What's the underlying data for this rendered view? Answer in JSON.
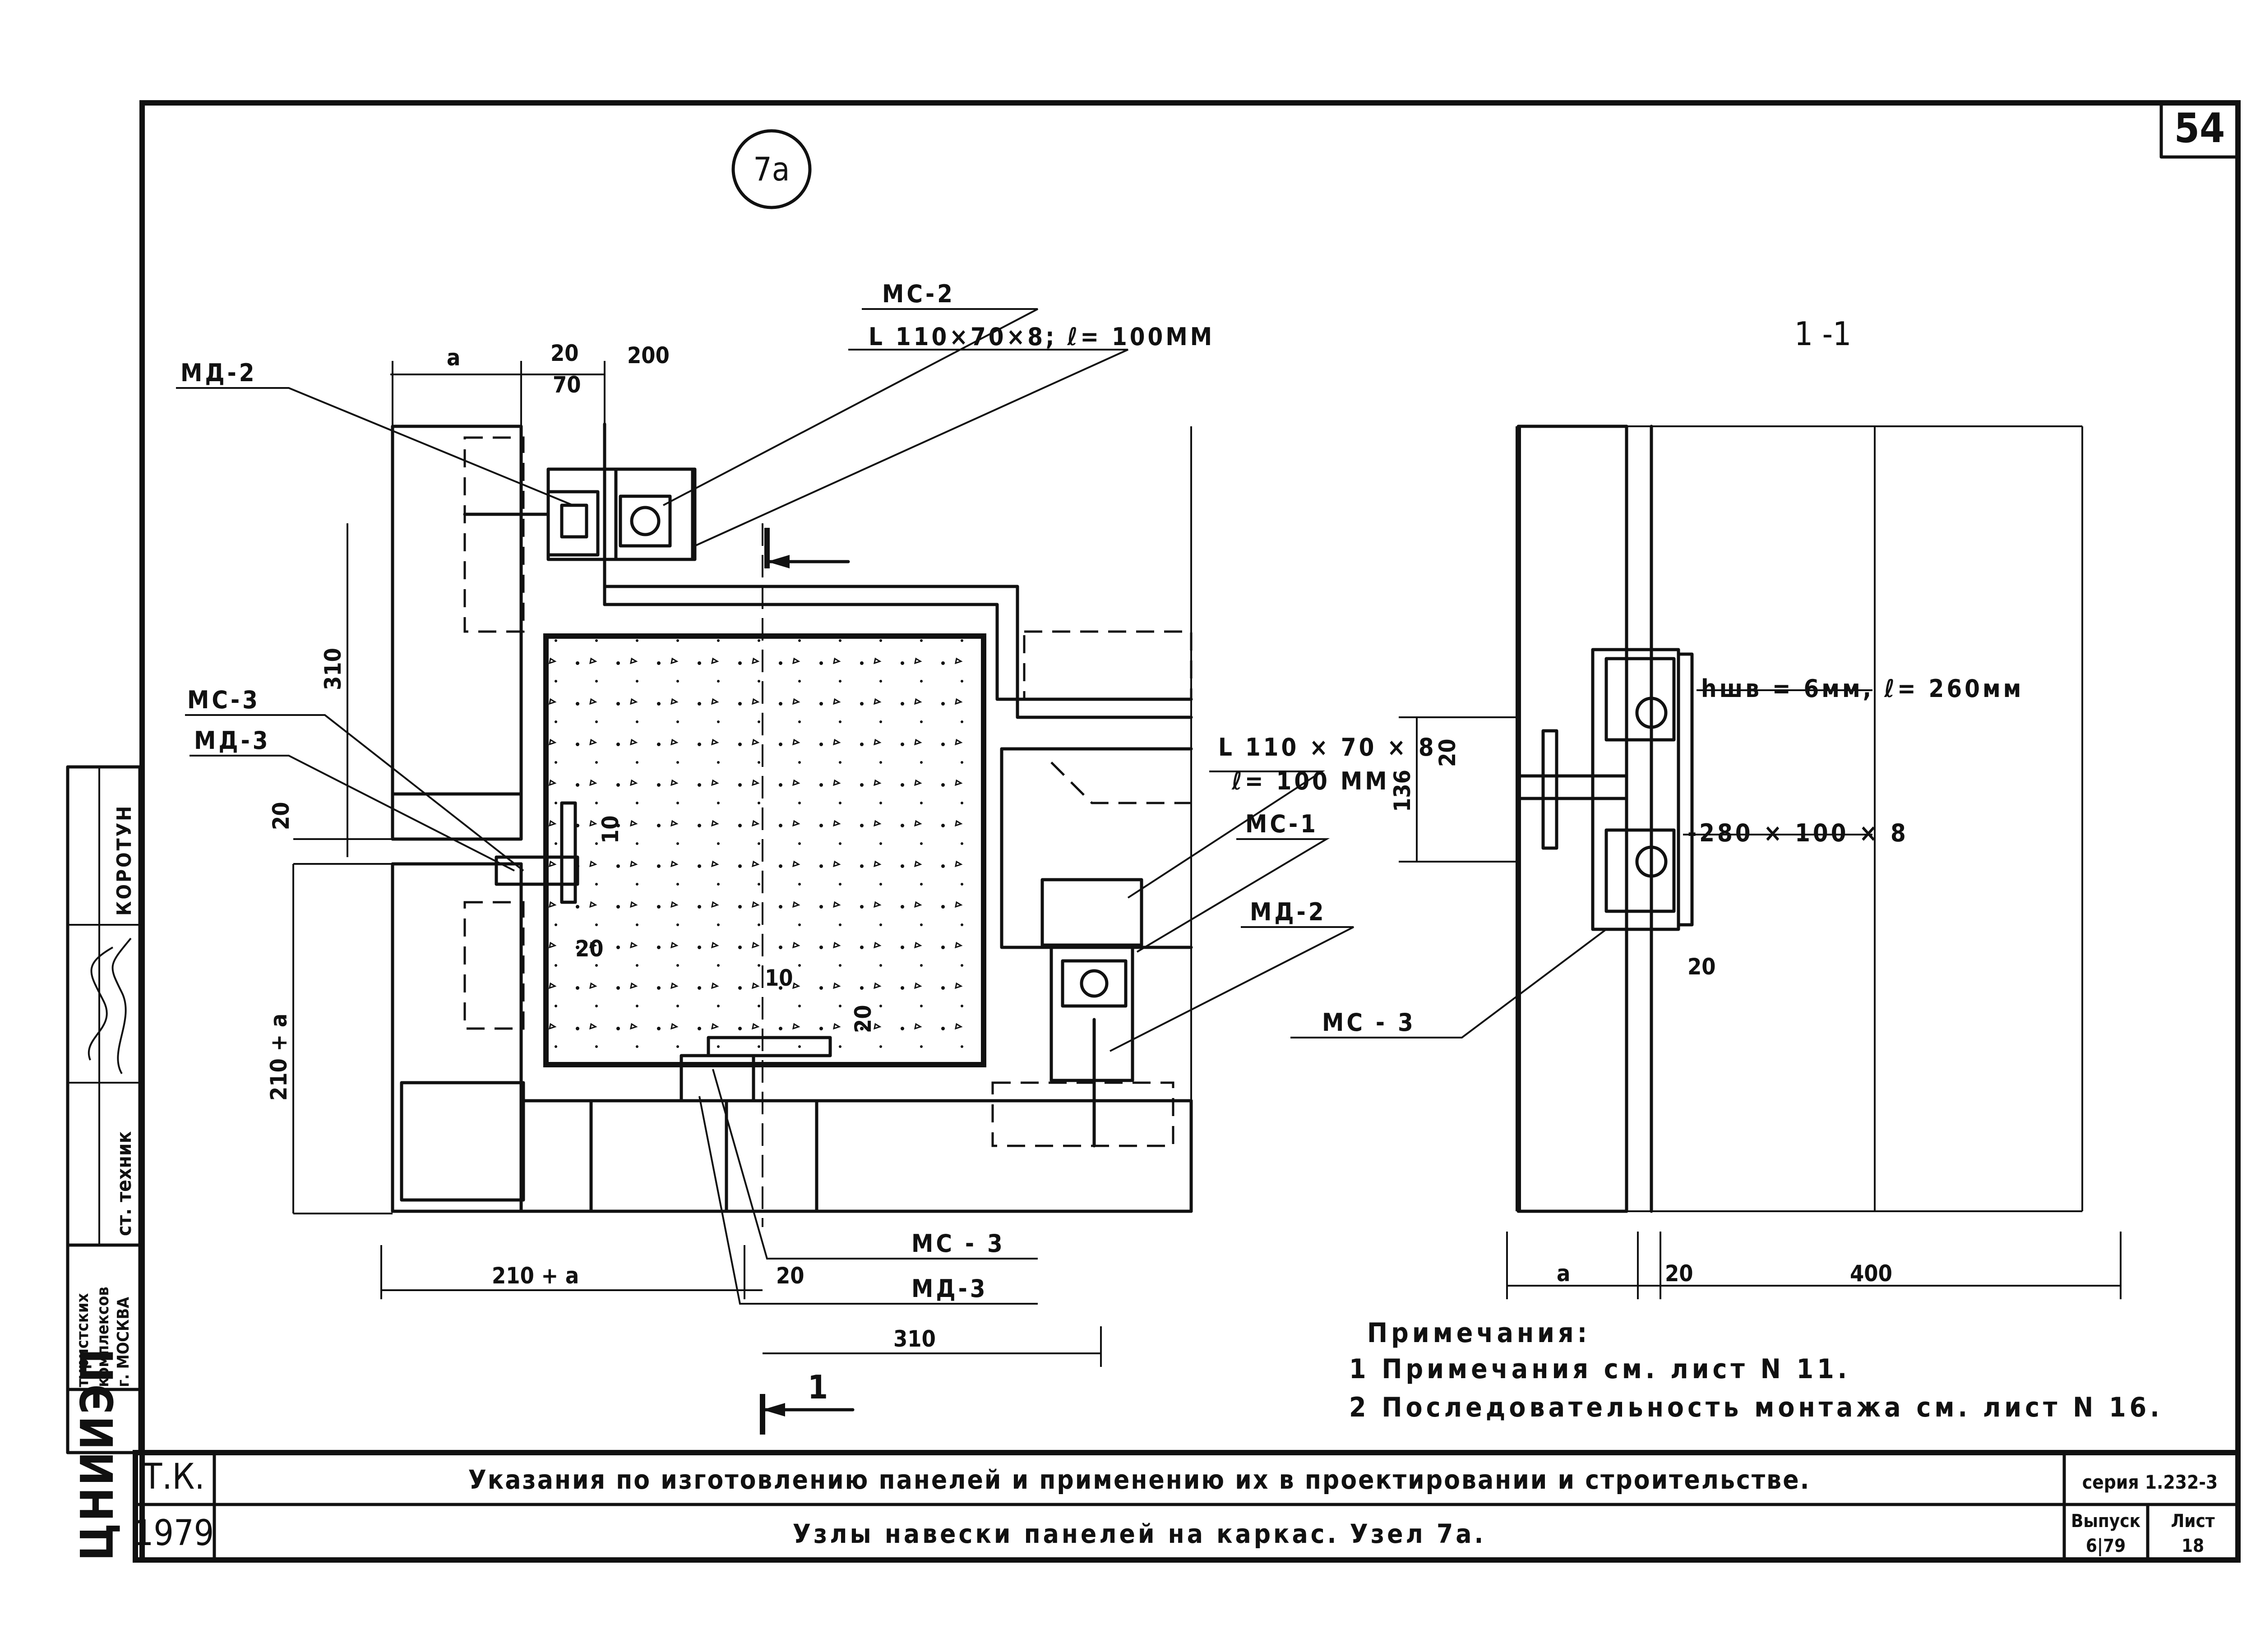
{
  "sheet": {
    "sheet_number": "54",
    "node_mark": "7а",
    "section_title": "1 -1",
    "section_mark": "1"
  },
  "callouts": {
    "mc2_top": "МС-2",
    "angle_top": "L 110×70×8; ℓ= 100ММ",
    "md2_left": "МД-2",
    "mc3_left": "МС-3",
    "md3_left": "МД-3",
    "angle_right_a": "L 110 × 70 × 8",
    "angle_right_b": "ℓ= 100 ММ",
    "mc1_right": "МС-1",
    "md2_right": "МД-2",
    "mc3_bottom": "МС - 3",
    "md3_bottom": "МД-3",
    "weld_label": "hшв = 6мм, ℓ= 260мм",
    "plate_label": "-280 × 100 × 8",
    "mc3_section": "МС - 3"
  },
  "dims": {
    "a_top": "a",
    "d20_top": "20",
    "d200_top": "200",
    "d70_top": "70",
    "d310_v": "310",
    "d20_v": "20",
    "d10_a": "10",
    "d20_a": "20",
    "d10_b": "10",
    "d20_b": "20",
    "d210a_v": "210 + a",
    "d210a_h": "210 + a",
    "d20_bottom": "20",
    "d310_h": "310",
    "d136_v": "136",
    "d20_sec": "20",
    "d20_sec_b": "20",
    "a_sec": "a",
    "d20_sec_bottom": "20",
    "d400_sec": "400"
  },
  "notes": {
    "heading": "Примечания:",
    "n1": "1 Примечания см. лист N 11.",
    "n2": "2 Последовательность монтажа см. лист N 16."
  },
  "title_block": {
    "code": "Т.К.",
    "year": "1979",
    "title_main": "Указания по изготовлению панелей и применению их в проектировании и строительстве.",
    "title_sub": "Узлы навески панелей на каркас. Узел 7а.",
    "series_label": "серия 1.232-3",
    "issue_label": "Выпуск",
    "issue_value": "6|79",
    "list_label": "Лист",
    "list_value": "18"
  },
  "side_stamp": {
    "org_lines": [
      "туристских",
      "комплексов",
      "г. МОСКВА"
    ],
    "role": "ст. техник",
    "name": "КОРОТУН",
    "logo": "ЦНИИЭП"
  }
}
